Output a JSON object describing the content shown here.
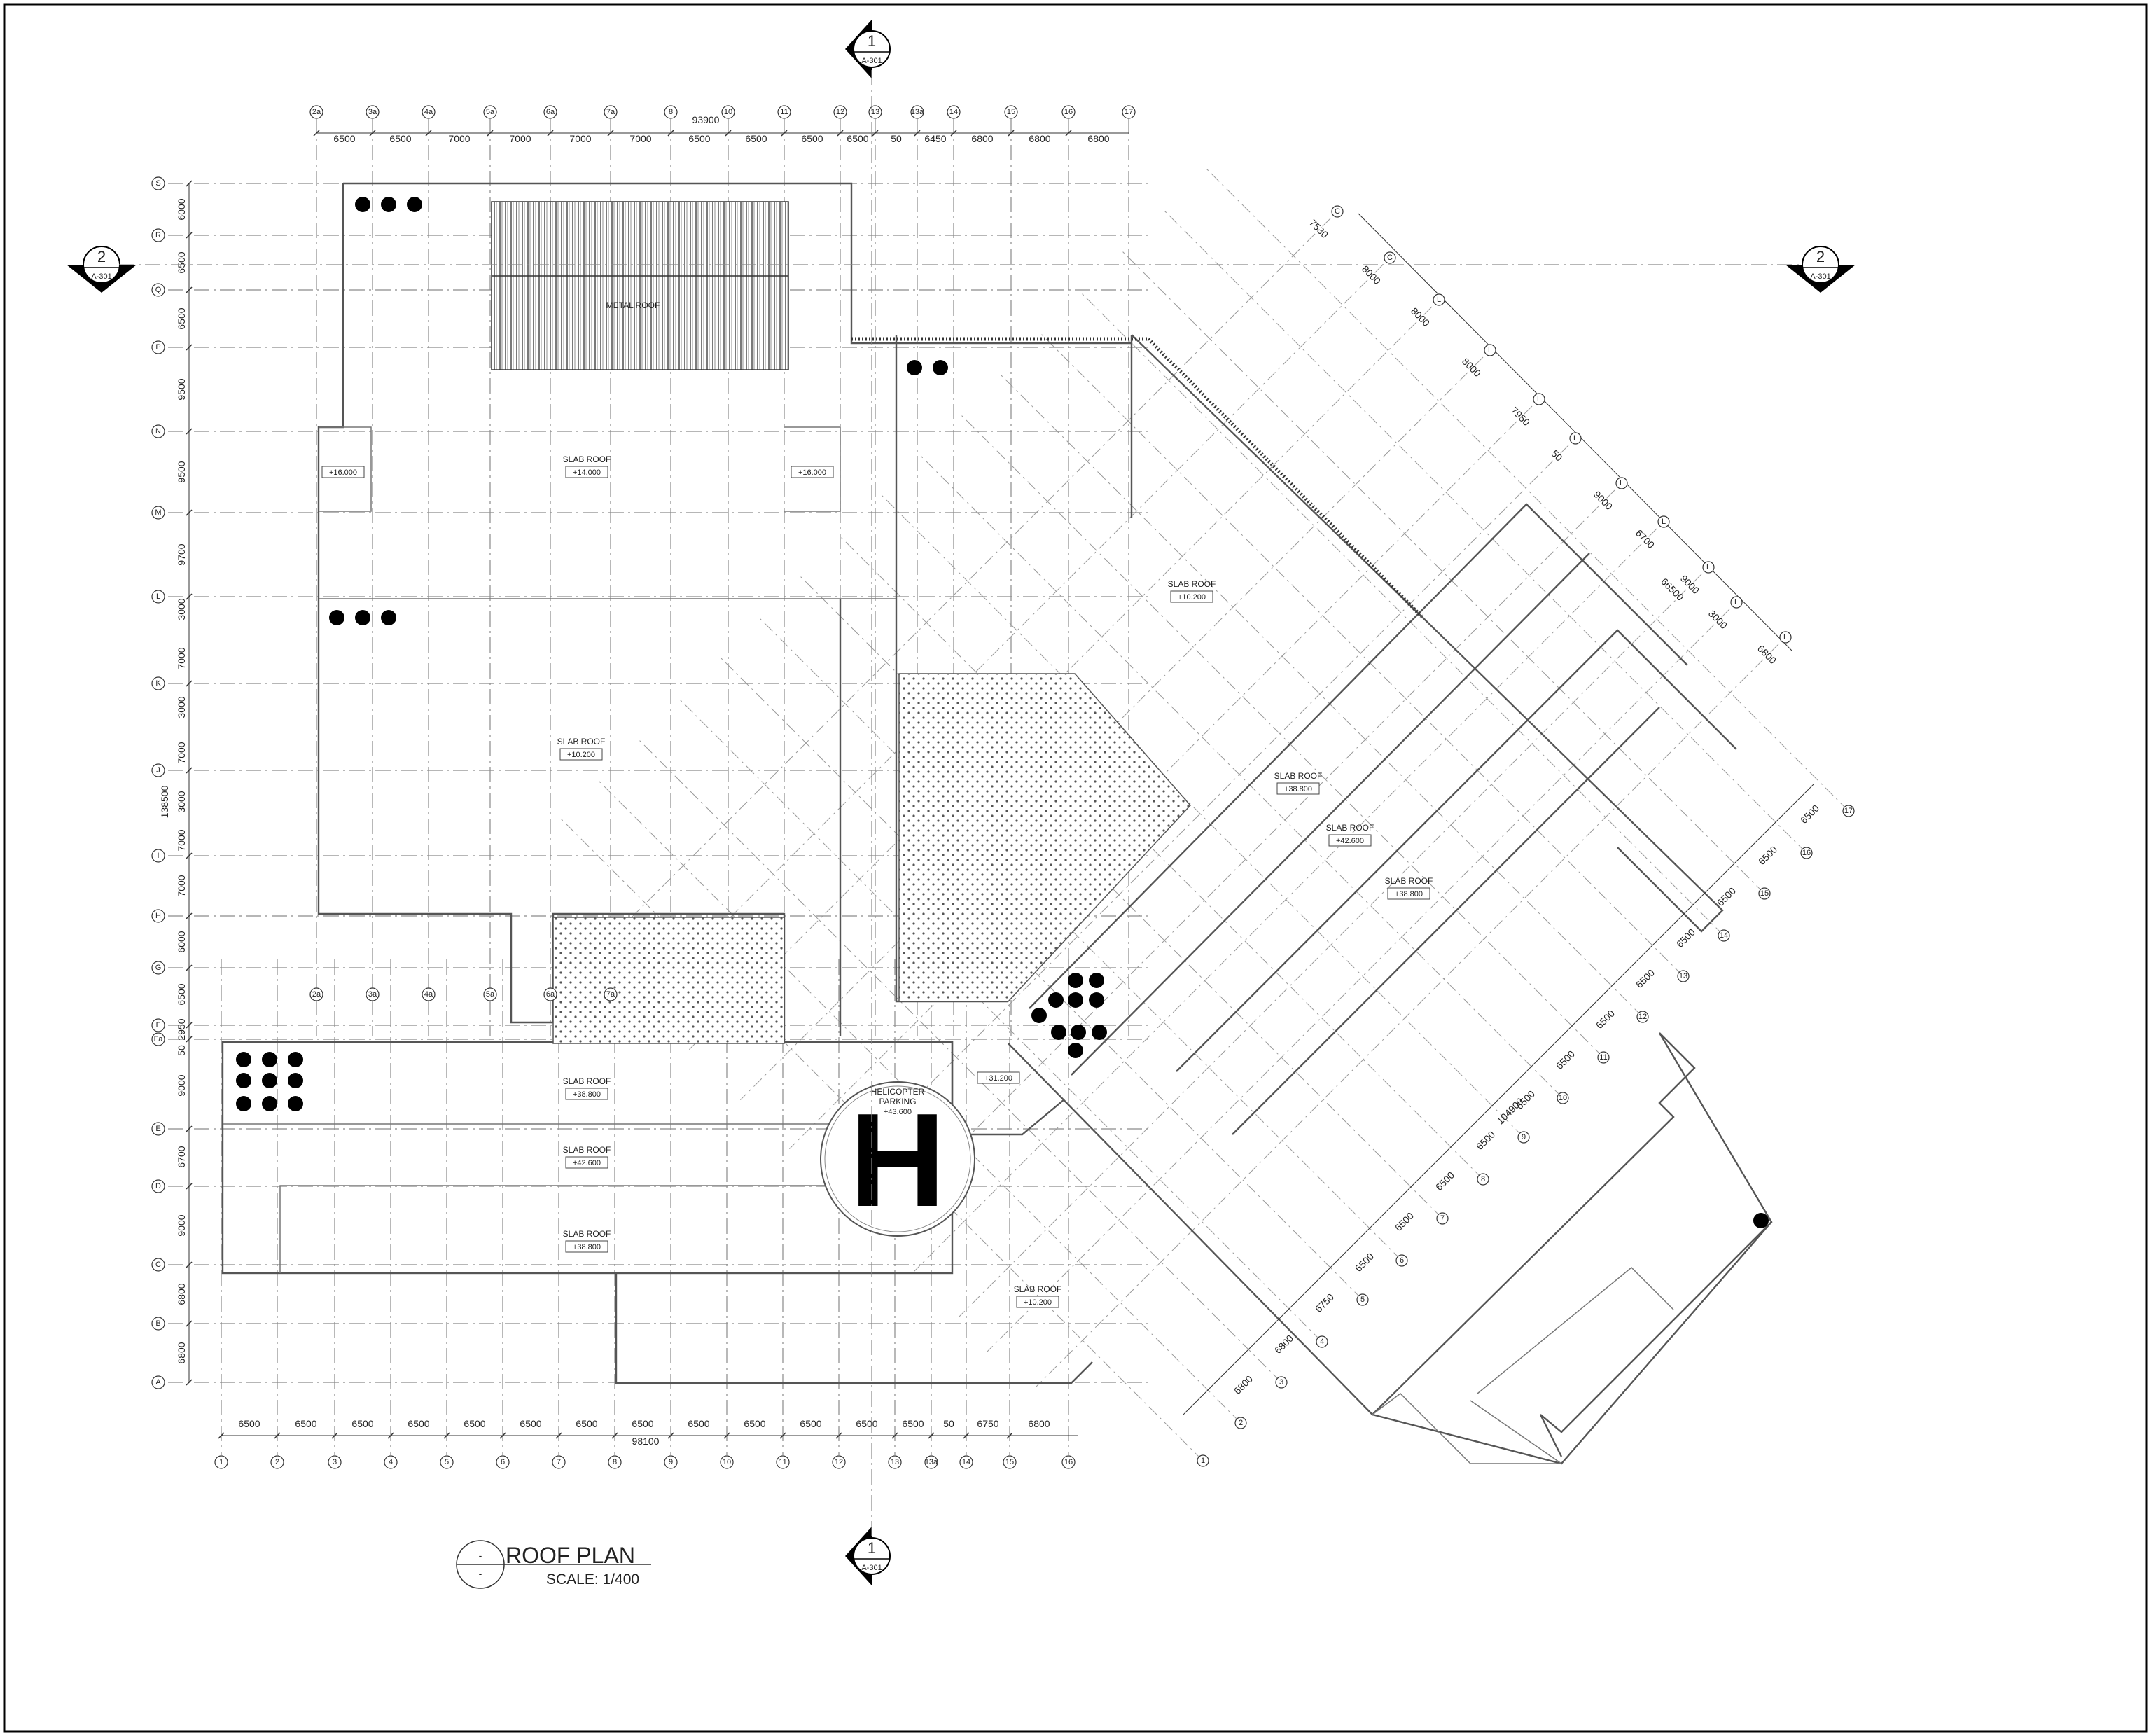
{
  "title": "ROOF PLAN",
  "scale": "SCALE: 1/400",
  "title_marker": {
    "top": "-",
    "bottom": "-"
  },
  "section_markers": [
    {
      "id": "sec-1-top",
      "number": "1",
      "sheet": "A-301"
    },
    {
      "id": "sec-1-bottom",
      "number": "1",
      "sheet": "A-301"
    },
    {
      "id": "sec-2-left",
      "number": "2",
      "sheet": "A-301"
    },
    {
      "id": "sec-2-right",
      "number": "2",
      "sheet": "A-301"
    }
  ],
  "overall_dims": {
    "top": "93900",
    "bottom": "98100",
    "left": "138500",
    "diag_right": "104900",
    "diag_top": "66500"
  },
  "top_dims": [
    "6500",
    "6500",
    "7000",
    "7000",
    "7000",
    "7000",
    "6500",
    "6500",
    "6500",
    "6500",
    "50",
    "6450",
    "6800",
    "6800",
    "6800"
  ],
  "top_grid": [
    "2a",
    "3a",
    "4a",
    "5a",
    "6a",
    "7a",
    "8",
    "10",
    "11",
    "12",
    "13",
    "13a",
    "14",
    "15",
    "16",
    "17"
  ],
  "bottom_dims": [
    "6500",
    "6500",
    "6500",
    "6500",
    "6500",
    "6500",
    "6500",
    "6500",
    "6500",
    "6500",
    "6500",
    "6500",
    "6500",
    "50",
    "6750",
    "6800"
  ],
  "bottom_grid": [
    "1",
    "2",
    "3",
    "4",
    "5",
    "6",
    "7",
    "8",
    "9",
    "10",
    "11",
    "12",
    "13",
    "13a",
    "14",
    "15",
    "16"
  ],
  "left_dims": [
    "6000",
    "6500",
    "6500",
    "9500",
    "9500",
    "9700",
    "3000",
    "7000",
    "3000",
    "7000",
    "3000",
    "7000",
    "7000",
    "6000",
    "6500",
    "2950",
    "50",
    "9000",
    "6700",
    "9000",
    "6800",
    "6800"
  ],
  "left_grid": [
    "S",
    "R",
    "Q",
    "P",
    "N",
    "M",
    "L",
    "K",
    "J",
    "I",
    "H",
    "G",
    "F",
    "Fa",
    "E",
    "D",
    "C",
    "B",
    "A"
  ],
  "mid_grid": [
    "2a",
    "3a",
    "4a",
    "5a",
    "6a",
    "7a"
  ],
  "diag_top_dims": [
    "7530",
    "8000",
    "8000",
    "8000",
    "7950",
    "50",
    "9000",
    "6700",
    "9000",
    "3000",
    "6800"
  ],
  "diag_top_grid": [
    "C",
    "C",
    "L",
    "L",
    "L",
    "L",
    "L",
    "L",
    "L",
    "L",
    "L"
  ],
  "diag_right_dims": [
    "6500",
    "6500",
    "6500",
    "6500",
    "6500",
    "6500",
    "6500",
    "6500",
    "6500",
    "6500",
    "6500",
    "6500",
    "6750",
    "6800",
    "6800"
  ],
  "diag_right_grid": [
    "17",
    "16",
    "15",
    "14",
    "13",
    "12",
    "11",
    "10",
    "9",
    "8",
    "7",
    "6",
    "5",
    "4",
    "3",
    "2",
    "1"
  ],
  "roof_areas": [
    {
      "id": "metal-roof",
      "name": "METAL ROOF",
      "level": ""
    },
    {
      "id": "slab-upper",
      "name": "SLAB ROOF",
      "level": "+14.000"
    },
    {
      "id": "slab-mid",
      "name": "SLAB ROOF",
      "level": "+10.200"
    },
    {
      "id": "slab-s1",
      "name": "SLAB ROOF",
      "level": "+38.800"
    },
    {
      "id": "slab-s2",
      "name": "SLAB ROOF",
      "level": "+42.600"
    },
    {
      "id": "slab-s3",
      "name": "SLAB ROOF",
      "level": "+38.800"
    },
    {
      "id": "slab-d-top",
      "name": "SLAB ROOF",
      "level": "+10.200"
    },
    {
      "id": "slab-d1",
      "name": "SLAB ROOF",
      "level": "+38.800"
    },
    {
      "id": "slab-d2",
      "name": "SLAB ROOF",
      "level": "+42.600"
    },
    {
      "id": "slab-d3",
      "name": "SLAB ROOF",
      "level": "+38.800"
    },
    {
      "id": "slab-d-bottom",
      "name": "SLAB ROOF",
      "level": "+10.200"
    }
  ],
  "level_tags": {
    "left": "+16.000",
    "right": "+16.000",
    "mid": "+31.200"
  },
  "helipad": {
    "label1": "HELICOPTER",
    "label2": "PARKING",
    "level": "+43.600",
    "letter": "H"
  }
}
